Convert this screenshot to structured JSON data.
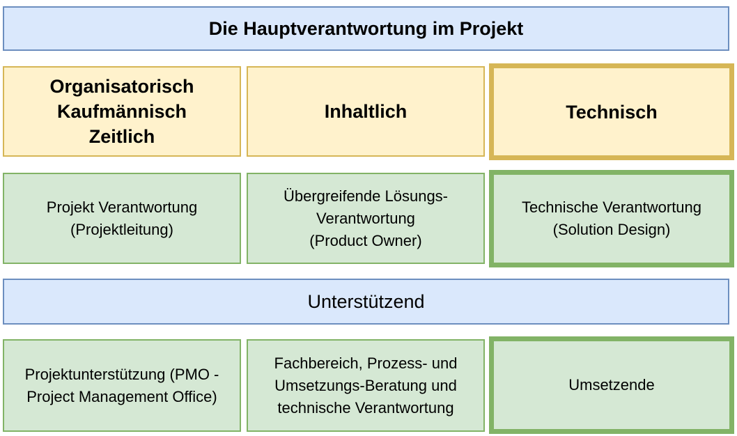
{
  "diagram": {
    "title": "Die Hauptverantwortung im Projekt",
    "headers": {
      "organisatorisch": "Organisatorisch\nKaufmännisch\nZeitlich",
      "inhaltlich": "Inhaltlich",
      "technisch": "Technisch"
    },
    "responsibilities": {
      "projekt": "Projekt Verantwortung\n(Projektleitung)",
      "loesung": "Übergreifende Lösungs-\nVerantwortung\n(Product Owner)",
      "technisch": "Technische Verantwortung\n(Solution Design)"
    },
    "support_title": "Unterstützend",
    "support": {
      "pmo": "Projektunterstützung (PMO -\nProject Management Office)",
      "fachbereich": "Fachbereich, Prozess- und\nUmsetzungs-Beratung und\ntechnische Verantwortung",
      "umsetzende": "Umsetzende"
    }
  },
  "colors": {
    "blue_fill": "#dae8fc",
    "blue_stroke": "#6c8ebf",
    "yellow_fill": "#fff2cc",
    "yellow_stroke": "#d6b656",
    "green_fill": "#d5e8d4",
    "green_stroke": "#82b366"
  }
}
